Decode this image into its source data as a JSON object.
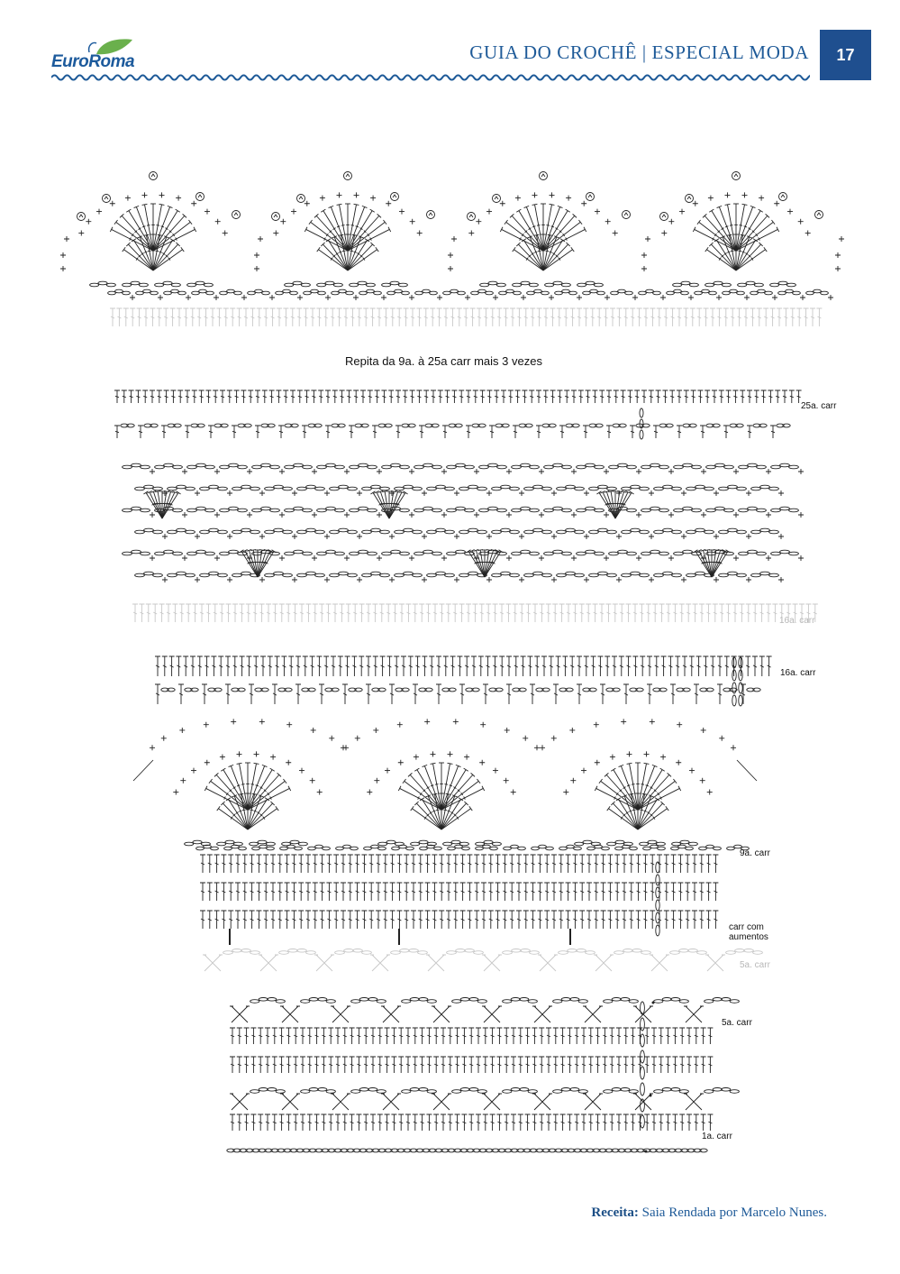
{
  "header": {
    "logo_text": "EuroRoma",
    "title": "GUIA DO CROCHÊ | ESPECIAL MODA",
    "page_number": "17"
  },
  "diagram": {
    "repeat_note": "Repita da 9a. à 25a carr mais 3 vezes",
    "labels": {
      "row25": "25a. carr",
      "row16_faint": "16a. carr",
      "row16": "16a. carr",
      "row9": "9a. carr",
      "increase": "carr com aumentos",
      "row5_faint": "5a. carr",
      "row5": "5a. carr",
      "row1": "1a. carr"
    }
  },
  "footer": {
    "label": "Receita:",
    "text": "Saia Rendada por Marcelo Nunes."
  },
  "colors": {
    "brand_blue": "#1e5a98",
    "page_box": "#1f4f8f",
    "logo_leaf": "#6ab04c"
  }
}
